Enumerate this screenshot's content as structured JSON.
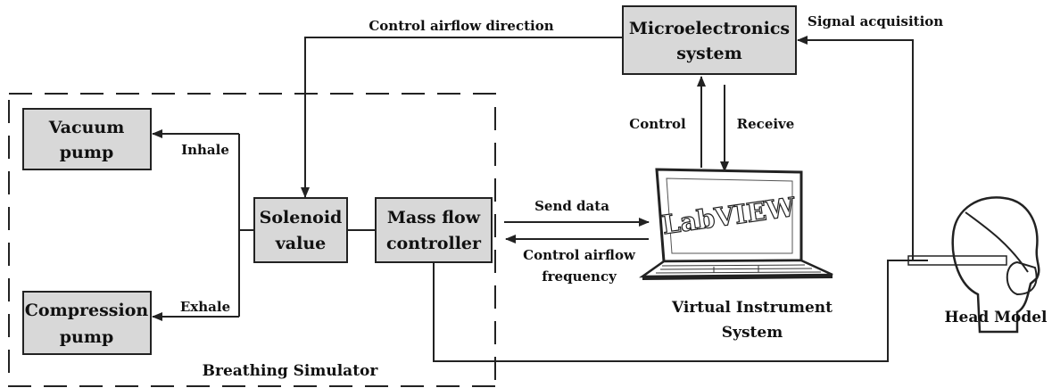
{
  "blocks": {
    "microelectronics": [
      "Microelectronics",
      "system"
    ],
    "vacuum_pump": [
      "Vacuum",
      "pump"
    ],
    "compression_pump": [
      "Compression",
      "pump"
    ],
    "solenoid": [
      "Solenoid",
      "value"
    ],
    "mass_flow": [
      "Mass flow",
      "controller"
    ]
  },
  "edges": {
    "control_direction": "Control airflow direction",
    "signal_acquisition": "Signal acquisition",
    "inhale": "Inhale",
    "exhale": "Exhale",
    "control": "Control",
    "receive": "Receive",
    "send_data": "Send data",
    "control_frequency": [
      "Control airflow",
      "frequency"
    ]
  },
  "captions": {
    "virtual_instrument": [
      "Virtual Instrument",
      "System"
    ],
    "head_model": "Head Model",
    "breathing_simulator": "Breathing Simulator"
  },
  "screen_text": "LabVIEW",
  "colors": {
    "box_fill": "#d8d8d8",
    "line": "#222222"
  }
}
